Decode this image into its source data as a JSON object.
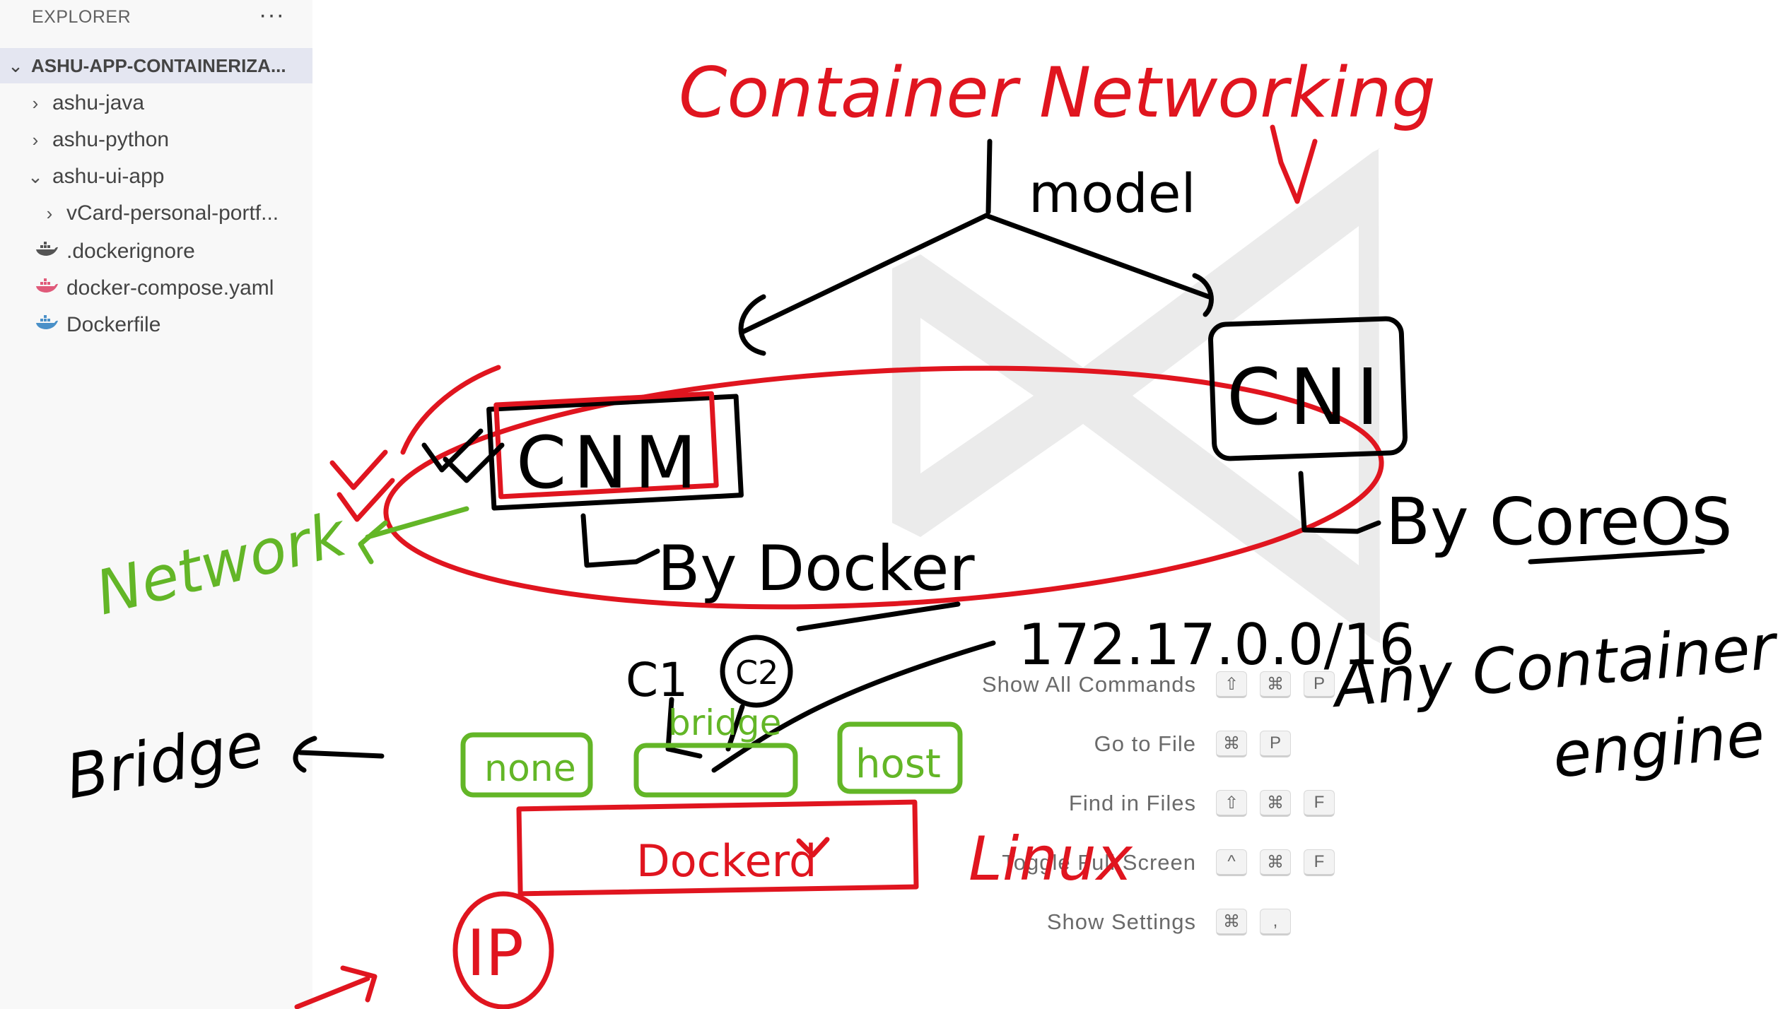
{
  "sidebar": {
    "header": "EXPLORER",
    "more_actions": "···",
    "folder": "ASHU-APP-CONTAINERIZA...",
    "items": [
      {
        "label": "ashu-java",
        "type": "folder",
        "expanded": false
      },
      {
        "label": "ashu-python",
        "type": "folder",
        "expanded": false
      },
      {
        "label": "ashu-ui-app",
        "type": "folder",
        "expanded": true
      },
      {
        "label": "vCard-personal-portf...",
        "type": "folder",
        "expanded": false
      },
      {
        "label": ".dockerignore",
        "type": "file",
        "icon": "docker-icon"
      },
      {
        "label": "docker-compose.yaml",
        "type": "file",
        "icon": "docker-compose-icon"
      },
      {
        "label": "Dockerfile",
        "type": "file",
        "icon": "docker-icon"
      }
    ]
  },
  "commands": [
    {
      "label": "Show All Commands",
      "keys": [
        "⇧",
        "⌘",
        "P"
      ]
    },
    {
      "label": "Go to File",
      "keys": [
        "⌘",
        "P"
      ]
    },
    {
      "label": "Find in Files",
      "keys": [
        "⇧",
        "⌘",
        "F"
      ]
    },
    {
      "label": "Toggle Full Screen",
      "keys": [
        "^",
        "⌘",
        "F"
      ]
    },
    {
      "label": "Show Settings",
      "keys": [
        "⌘",
        ","
      ]
    }
  ],
  "annotations": {
    "title": "Container Networking",
    "model": "model",
    "cnm": "CNM",
    "cni": "CNI",
    "by_docker": "By Docker",
    "by_coreos": "By CoreOS",
    "network": "Network",
    "subnet": "172.17.0.0/16",
    "c1": "C1",
    "c2": "C2",
    "any_engine_1": "Any Container",
    "any_engine_2": "engine",
    "bridge": "Bridge",
    "none": "none",
    "bridge_box": "bridge",
    "host": "host",
    "dockerd": "Dockerd",
    "linux": "Linux",
    "ip": "IP"
  },
  "colors": {
    "ink_red": "#e0151f",
    "ink_black": "#000000",
    "ink_green": "#63b627",
    "sidebar_bg": "#f8f8f8",
    "folder_highlight": "#e4e6f1"
  }
}
